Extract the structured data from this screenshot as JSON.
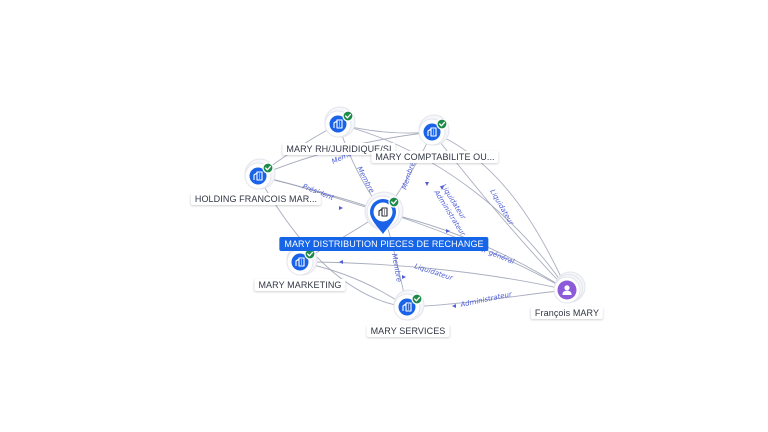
{
  "nodes": [
    {
      "id": "main",
      "label": "MARY DISTRIBUTION PIECES DE RECHANGE",
      "kind": "company",
      "verified": true,
      "focus": true
    },
    {
      "id": "rh",
      "label": "MARY RH/JURIDIQUE/SI",
      "kind": "company",
      "verified": true
    },
    {
      "id": "compta",
      "label": "MARY COMPTABILITE OU...",
      "kind": "company",
      "verified": true
    },
    {
      "id": "holding",
      "label": "HOLDING FRANCOIS MAR...",
      "kind": "company",
      "verified": true
    },
    {
      "id": "marketing",
      "label": "MARY MARKETING",
      "kind": "company",
      "verified": true
    },
    {
      "id": "services",
      "label": "MARY SERVICES",
      "kind": "company",
      "verified": true
    },
    {
      "id": "francois",
      "label": "François MARY",
      "kind": "person",
      "verified": false
    }
  ],
  "edges": [
    {
      "label": "Membre"
    },
    {
      "label": "Membre"
    },
    {
      "label": "Président"
    },
    {
      "label": "Membre"
    },
    {
      "label": "Membre"
    },
    {
      "label": "Liquidateur"
    },
    {
      "label": "Administrateur"
    },
    {
      "label": "Liquidateur"
    },
    {
      "label": "Liquidateur"
    },
    {
      "label": "Directeur général"
    },
    {
      "label": "Administrateur"
    }
  ],
  "colors": {
    "company": "#1a63e8",
    "person": "#8d5ad9",
    "verified": "#1e8a4a",
    "focus_label": "#1565e6",
    "edge_label": "#4f5fd6"
  },
  "icons": {
    "company": "building-icon",
    "person": "person-icon",
    "verified": "check-badge-icon"
  }
}
